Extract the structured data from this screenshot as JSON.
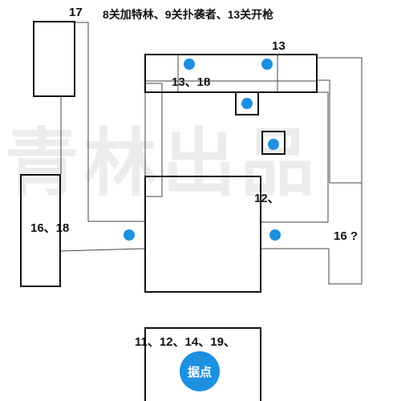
{
  "watermark": "青林出品",
  "header_note": "8关加特林、9关扑袭者、13关开枪",
  "labels": {
    "room_17": "17",
    "room_16_18": "16、18",
    "top_bar_13": "13",
    "top_bar_13_18": "13、18",
    "right_12": "12、",
    "right_16": "16 ?",
    "base_waves": "11、12、14、19、"
  },
  "base_badge": "据点",
  "colors": {
    "line": "#111111",
    "marker": "#1e90e0",
    "watermark": "#ececec"
  }
}
